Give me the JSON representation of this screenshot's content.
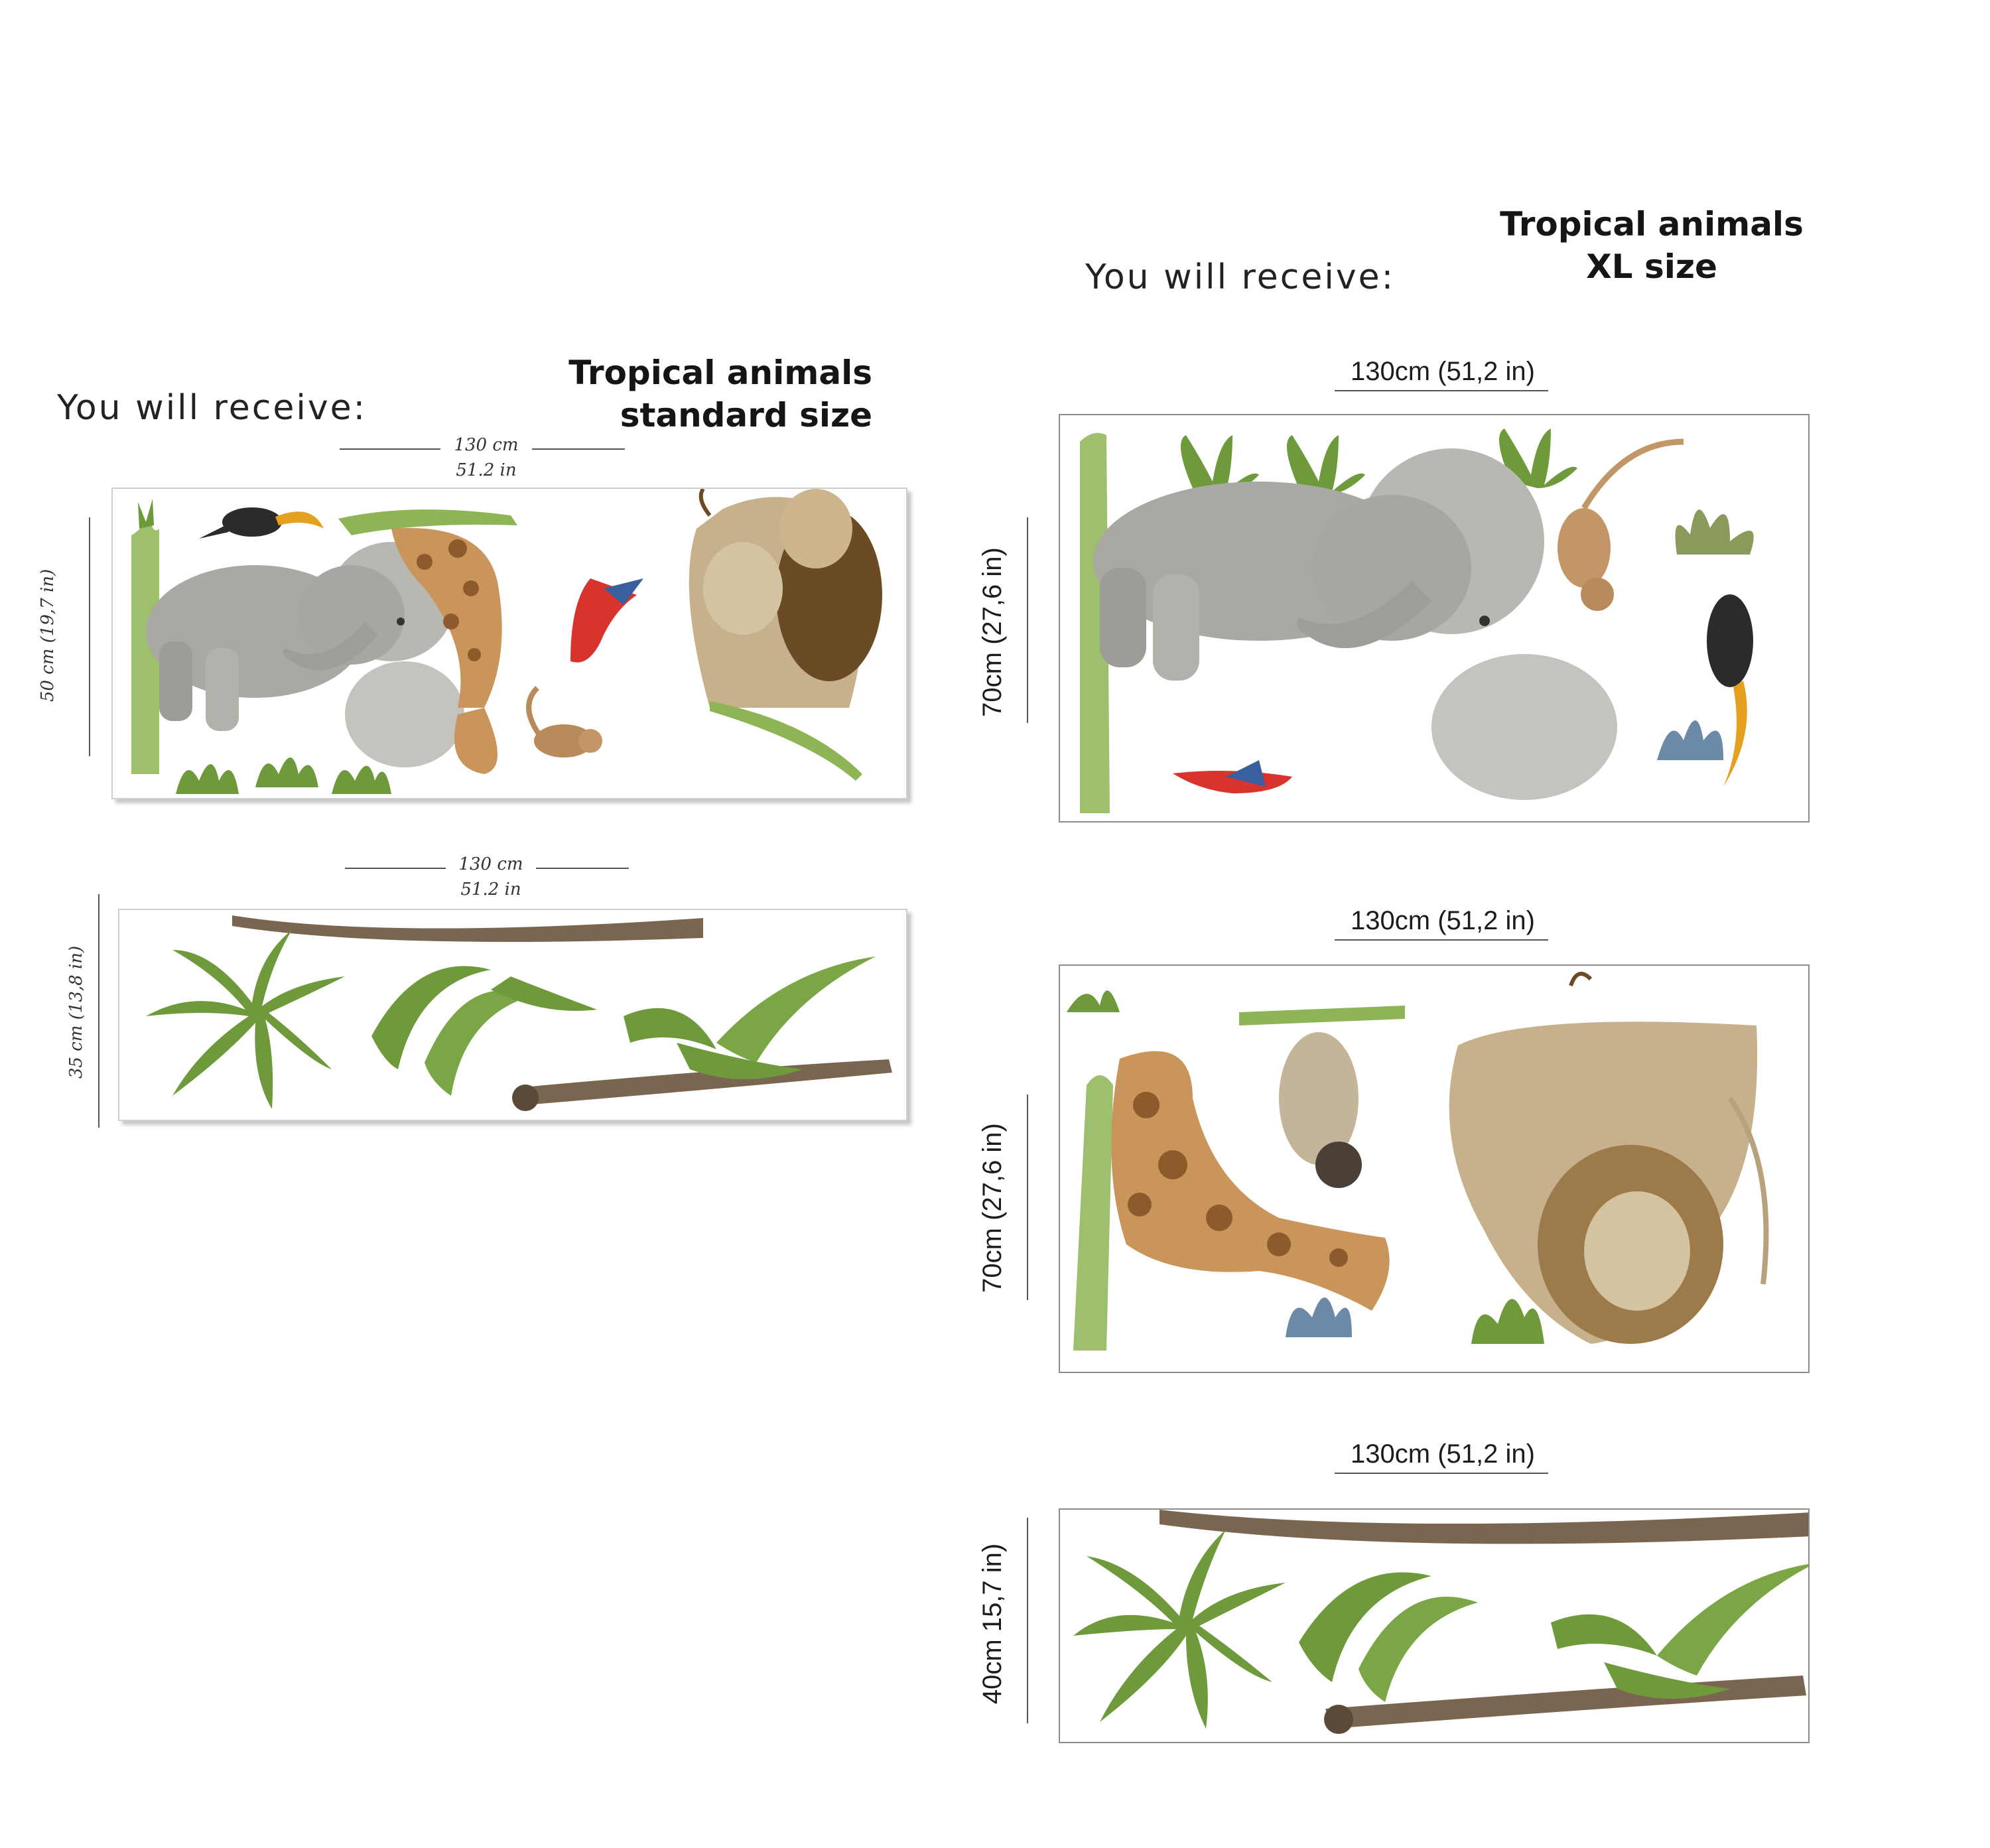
{
  "standard": {
    "receive_label": "You will receive:",
    "title_line1": "Tropical animals",
    "title_line2": "standard size",
    "sheet1": {
      "width_cm": "130 cm",
      "width_in": "51.2 in",
      "height": "50 cm (19,7 in)"
    },
    "sheet2": {
      "width_cm": "130 cm",
      "width_in": "51.2 in",
      "height": "35 cm (13,8 in)"
    }
  },
  "xl": {
    "receive_label": "You will receive:",
    "title_line1": "Tropical animals",
    "title_line2": "XL size",
    "sheet1": {
      "width": "130cm (51,2 in)",
      "height": "70cm (27,6 in)"
    },
    "sheet2": {
      "width": "130cm (51,2 in)",
      "height": "70cm (27,6 in)"
    },
    "sheet3": {
      "width": "130cm (51,2 in)",
      "height": "40cm 15,7 in)"
    }
  },
  "colors": {
    "leaf_green": "#6e9a3c",
    "grass_green": "#8db455",
    "trunk_brown": "#7a6650",
    "elephant_grey": "#a9a8a3",
    "giraffe_tan": "#c9955a",
    "lion_tan": "#c7b18c",
    "parrot_red": "#d8332c",
    "toucan_black": "#2b2b2b",
    "border_grey": "#8d8d8d"
  },
  "icons": [
    "elephant-illustration",
    "giraffe-illustration",
    "lion-illustration",
    "monkey-illustration",
    "parrot-illustration",
    "toucan-illustration",
    "palm-leaf-illustration",
    "palm-trunk-illustration",
    "agave-plant-illustration",
    "grass-tuft-illustration"
  ]
}
